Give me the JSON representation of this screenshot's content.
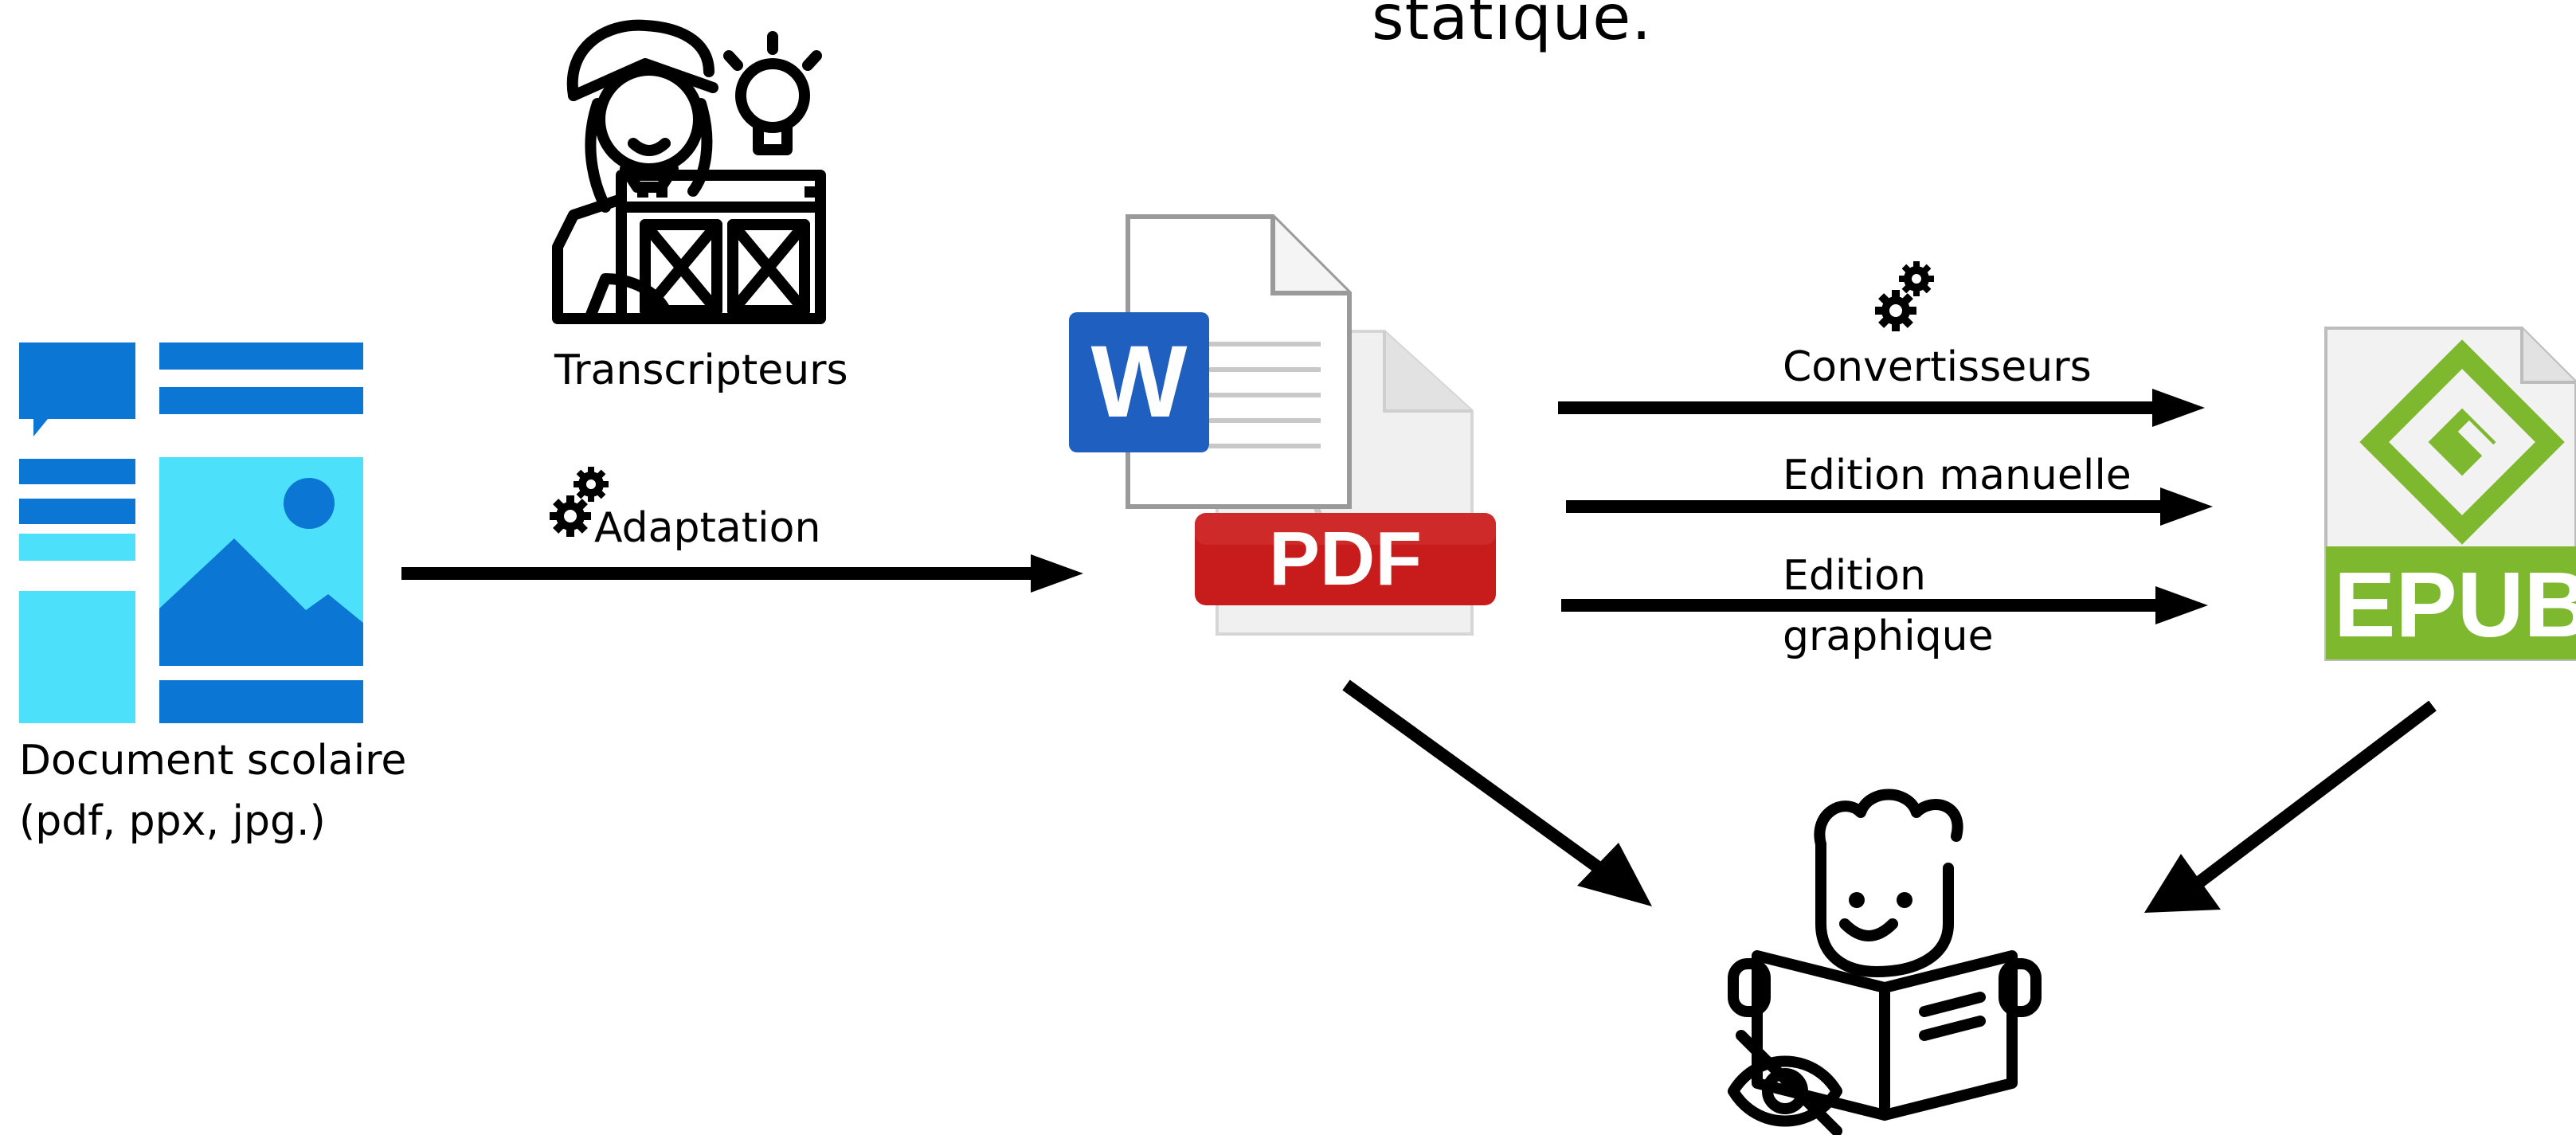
{
  "title": "statique.",
  "labels": {
    "document": "Document scolaire",
    "document_formats": "(pdf, ppx, jpg.)",
    "transcripteurs": "Transcripteurs",
    "adaptation": "Adaptation",
    "convertisseurs": "Convertisseurs",
    "edition_manuelle": "Edition manuelle",
    "edition_graphique_1": "Edition",
    "edition_graphique_2": "graphique"
  },
  "icons": {
    "document": "document-layout-icon",
    "transcriber": "transcriber-person-icon",
    "word": "word-document-icon",
    "pdf": "pdf-document-icon",
    "epub": "epub-document-icon",
    "reader": "reader-child-icon",
    "gear": "gears-icon"
  },
  "badges": {
    "word_letter": "W",
    "pdf_text": "PDF",
    "epub_text": "EPUB"
  },
  "colors": {
    "doc_dark_blue": "#0b76d3",
    "doc_light_blue": "#4de0fa",
    "word_blue": "#1f5fbf",
    "pdf_red": "#c81b1b",
    "epub_green": "#7db82e",
    "arrow": "#000000"
  }
}
